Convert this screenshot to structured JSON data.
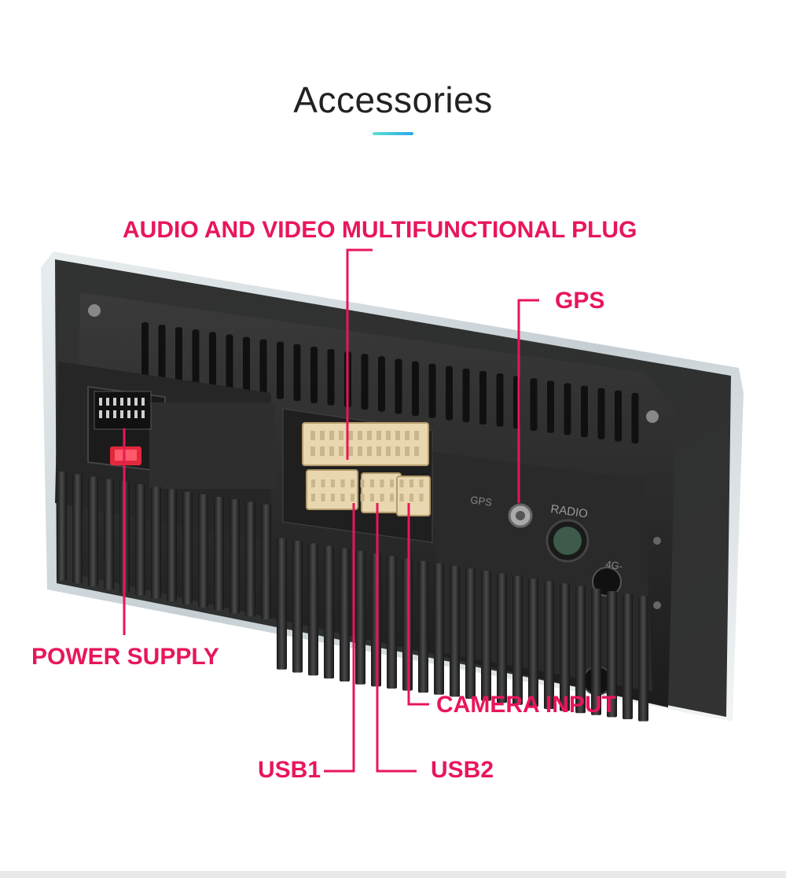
{
  "header": {
    "title": "Accessories"
  },
  "colors": {
    "accent_start": "#5ce0d0",
    "accent_end": "#2aa7ee",
    "callout": "#e8165a",
    "unit_body": "#2b2b2b",
    "connector": "#e9d7b0"
  },
  "callouts": {
    "av_plug": "AUDIO AND VIDEO MULTIFUNCTIONAL PLUG",
    "gps": "GPS",
    "power_supply": "POWER SUPPLY",
    "camera_input": "CAMERA INPUT",
    "usb1": "USB1",
    "usb2": "USB2"
  },
  "unit_markings": {
    "gps": "GPS",
    "radio": "RADIO",
    "fourg": "4G-"
  }
}
